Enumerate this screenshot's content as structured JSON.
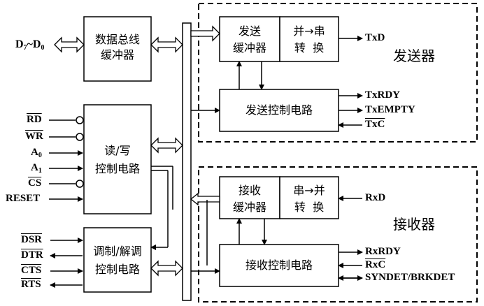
{
  "blocks": {
    "data_bus_buffer": [
      "数据总线",
      "缓冲器"
    ],
    "rw_control": [
      "读/写",
      "控制电路"
    ],
    "modem_control": [
      "调制/解调",
      "控制电路"
    ],
    "tx_buffer": [
      "发送",
      "缓冲器"
    ],
    "p2s": [
      "并→串",
      "转  换"
    ],
    "tx_control": "发送控制电路",
    "rx_buffer": [
      "接收",
      "缓冲器"
    ],
    "s2p": [
      "串→并",
      "转  换"
    ],
    "rx_control": "接收控制电路"
  },
  "groups": {
    "transmitter": "发送器",
    "receiver": "接收器"
  },
  "signals": {
    "d_prefix": "D",
    "d_hi": "7",
    "d_sep": "~D",
    "d_lo": "0",
    "rd": "RD",
    "wr": "WR",
    "a": "A",
    "a0": "0",
    "a1": "1",
    "cs": "CS",
    "reset": "RESET",
    "dsr": "DSR",
    "dtr": "DTR",
    "cts": "CTS",
    "rts": "RTS",
    "txd": "TxD",
    "txrdy": "TxRDY",
    "txempty": "TxEMPTY",
    "txc": "TxC",
    "rxd": "RxD",
    "rxrdy": "RxRDY",
    "rxc": "RxC",
    "syndet": "SYNDET/BRKDET"
  },
  "colors": {
    "line": "#000000",
    "background": "#ffffff"
  }
}
